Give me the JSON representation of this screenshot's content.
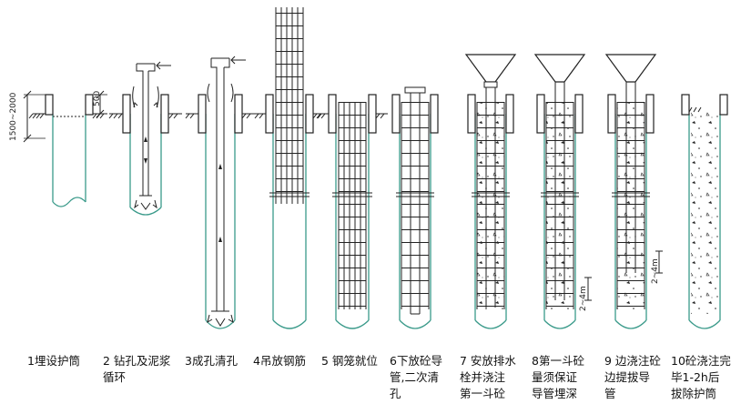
{
  "diagram": {
    "dimensions": {
      "casing_length": "1500~2000",
      "casing_above_ground": "500",
      "tremie_depth_8": "2~4m",
      "tremie_depth_9": "2~4m"
    },
    "steps": [
      {
        "num": "1",
        "label": "1埋设护筒"
      },
      {
        "num": "2",
        "label": "2 钻孔及泥浆\n循环"
      },
      {
        "num": "3",
        "label": "3成孔清孔"
      },
      {
        "num": "4",
        "label": "4吊放钢筋"
      },
      {
        "num": "5",
        "label": "5 钢笼就位"
      },
      {
        "num": "6",
        "label": "6下放砼导\n管,二次清\n孔"
      },
      {
        "num": "7",
        "label": "7 安放排水\n栓并浇注\n第一斗砼"
      },
      {
        "num": "8",
        "label": "8第一斗砼\n量须保证\n导管埋深"
      },
      {
        "num": "9",
        "label": "9 边浇注砼\n边提拔导\n管"
      },
      {
        "num": "10",
        "label": "10砼浇注完\n毕1-2h后\n拔除护筒"
      }
    ]
  }
}
